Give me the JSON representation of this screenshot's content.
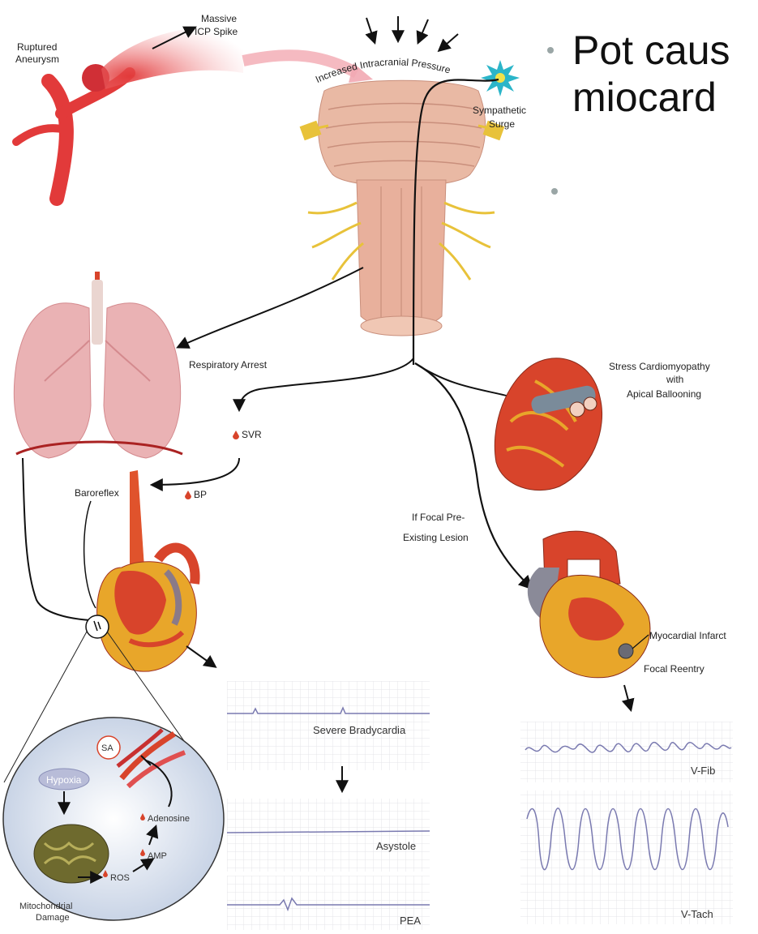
{
  "slide": {
    "bullets": [
      {
        "text": "Pot caus"
      },
      {
        "text": "miocard"
      },
      {
        "text": ""
      }
    ]
  },
  "diagram": {
    "labels": {
      "ruptured_1": "Ruptured",
      "ruptured_2": "Aneurysm",
      "massive_1": "Massive",
      "massive_2": "ICP Spike",
      "icp": "Increased Intracranial Pressure",
      "symp_1": "Sympathetic",
      "symp_2": "Surge",
      "resp_arrest": "Respiratory Arrest",
      "svr": "SVR",
      "bp": "BP",
      "baroreflex": "Baroreflex",
      "stress_1": "Stress Cardiomyopathy",
      "stress_2": "with",
      "stress_3": "Apical Ballooning",
      "focal_1": "If Focal Pre-",
      "focal_2": "Existing Lesion",
      "mi": "Myocardial Infarct",
      "focal_reentry": "Focal Reentry",
      "sa": "SA",
      "hypoxia": "Hypoxia",
      "adenosine": "Adenosine",
      "amp": "AMP",
      "ros": "ROS",
      "mito_1": "Mitochondrial",
      "mito_2": "Damage"
    },
    "ekg": {
      "brady": "Severe Bradycardia",
      "asystole": "Asystole",
      "pea": "PEA",
      "vfib": "V-Fib",
      "vtach": "V-Tach"
    }
  },
  "colors": {
    "arrow": "#111111",
    "aneurysm_red": "#e23a3a",
    "brainstem": "#e9b9a4",
    "nerve_yellow": "#e8c23a",
    "lung": "#eab2b4",
    "heart_red": "#d8442b",
    "heart_yellow": "#e8a62a",
    "ekg_grid": "#e4e4e8",
    "ekg_trace": "#7a7ab0",
    "burst": "#2bb5c9"
  }
}
